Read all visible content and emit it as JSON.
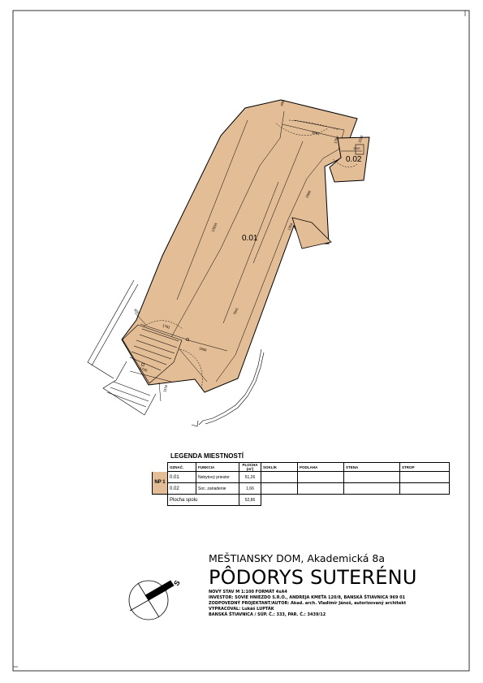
{
  "plan": {
    "room_labels": [
      {
        "id": "0.01"
      },
      {
        "id": "0.02"
      }
    ],
    "dimensions": {
      "d1": "3261",
      "d2": "1700",
      "d3": "2980",
      "d4": "13934",
      "d5": "1354",
      "d6": "7641",
      "d7": "1761",
      "d8": "1650",
      "d9": "600",
      "d10": "1720",
      "d11": "1150",
      "d12": "1510",
      "d13": "1200",
      "d14": "400"
    },
    "north_letter": "S"
  },
  "legend": {
    "title": "LEGENDA MIESTNOSTÍ",
    "columns": {
      "ozn": "OZNAČ.",
      "funkcia": "FUNKCIA",
      "plocha": "PLOCHA",
      "plocha_unit": "(m²)",
      "sokel": "SOKLÍK",
      "podlaha": "PODLAHA",
      "stena": "STENA",
      "strop": "STROP"
    },
    "floor": "NP 1",
    "rows": [
      {
        "id": "0.01",
        "funkcia": "Nebytový priestor",
        "plocha": "51,26"
      },
      {
        "id": "0.02",
        "funkcia": "Soc. zariadenie",
        "plocha": "1,66"
      }
    ],
    "total_label": "Plocha spolu",
    "total_value": "52,86"
  },
  "title_block": {
    "subtitle": "MEŠTIANSKY DOM, Akademická 8a",
    "title": "PÔDORYS SUTERÉNU",
    "lines": [
      "NOVÝ STAV M 1:100   FORMÁT 4xA4",
      "INVESTOR: SOVIE HNIEZDO S.R.O., ANDREJA KMEŤA 120/8, BANSKÁ ŠTIAVNICA 969 01",
      "ZODPOVEDNÝ PROJEKTANT/AUTOR: Akad. arch. Vladimír Jánoš, autorizovaný architekt",
      "VYPRACOVAL: Lukáš LUPTÁK",
      "BANSKÁ ŠTIAVNICA / SÚP. Č.: 333, PAR. Č.: 3439/12"
    ]
  },
  "colors": {
    "room_fill": "#e3bd96",
    "line": "#000000",
    "frame": "#000000"
  }
}
